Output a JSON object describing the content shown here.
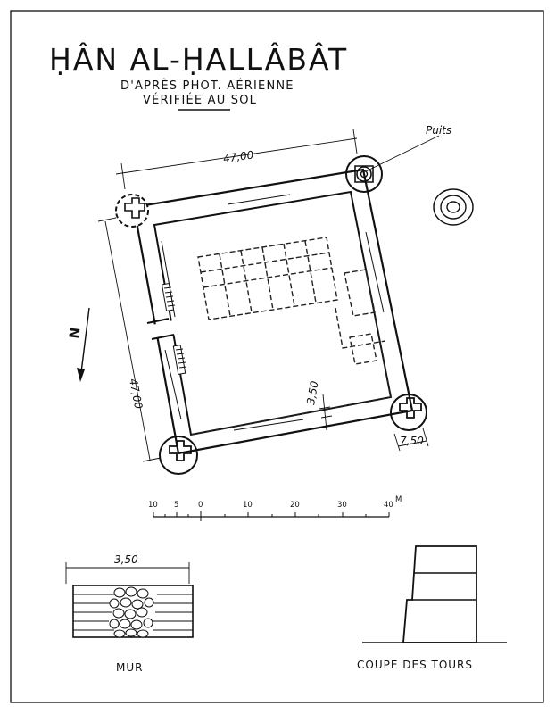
{
  "title": "ḤÂN AL-ḤALLÂBÂT",
  "subtitle_line1": "D'APRÈS PHOT. AÉRIENNE",
  "subtitle_line2": "VÉRIFIÉE AU SOL",
  "labels": {
    "well": "Puits",
    "north": "N",
    "dim_top": "47,00",
    "dim_left": "47,00",
    "dim_wall": "3,50",
    "dim_tower": "7,50"
  },
  "scale_bar": {
    "ticks": [
      "10",
      "5",
      "0",
      "10",
      "20",
      "30",
      "40"
    ],
    "unit": "M"
  },
  "wall_detail": {
    "caption": "MUR",
    "dimension": "3,50"
  },
  "tower_section": {
    "caption": "COUPE DES TOURS"
  },
  "colors": {
    "ink": "#111111",
    "paper": "#ffffff"
  }
}
